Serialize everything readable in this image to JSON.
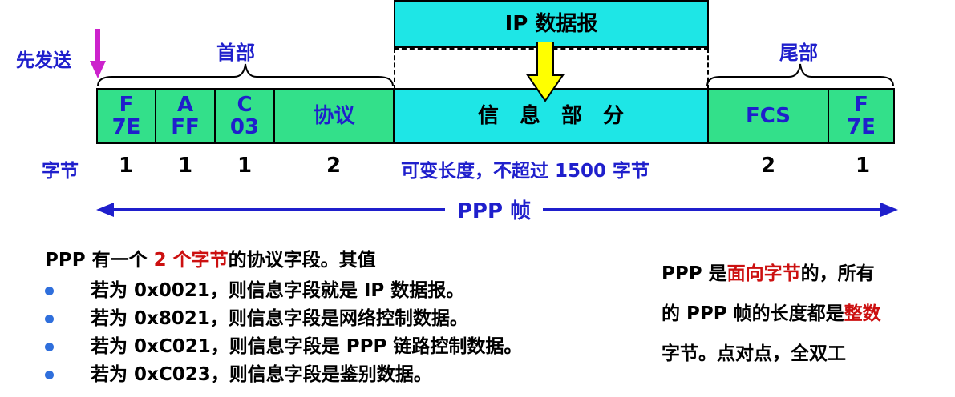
{
  "top": {
    "ip_datagram": "IP 数据报",
    "send_first": "先发送",
    "header": "首部",
    "trailer": "尾部"
  },
  "frame": {
    "flag_start": [
      "F",
      "7E"
    ],
    "address": [
      "A",
      "FF"
    ],
    "control": [
      "C",
      "03"
    ],
    "protocol": "协议",
    "info": "信　息　部　分",
    "fcs": "FCS",
    "flag_end": [
      "F",
      "7E"
    ]
  },
  "bytes": {
    "label": "字节",
    "values": [
      "1",
      "1",
      "1",
      "2",
      "2",
      "1"
    ],
    "info_length": "可变长度，不超过 1500 字节"
  },
  "ppp_frame": "PPP 帧",
  "bullets": {
    "intro_a": "PPP 有一个 ",
    "intro_b": "2 个字节",
    "intro_c": "的协议字段。其值",
    "items": [
      "若为 0x0021，则信息字段就是 IP 数据报。",
      "若为 0x8021，则信息字段是网络控制数据。",
      "若为 0xC021，则信息字段是 PPP 链路控制数据。",
      "若为 0xC023，则信息字段是鉴别数据。"
    ]
  },
  "note": {
    "l1a": "PPP 是",
    "l1b": "面向字节",
    "l1c": "的，所有",
    "l2a": "的 PPP 帧的长度都是",
    "l2b": "整数",
    "l3": "字节。点对点，全双工"
  },
  "colors": {
    "green": "#33e08a",
    "cyan": "#1ee6e6",
    "blue_text": "#1f1fcc",
    "red_text": "#cc1010",
    "magenta_arrow": "#cc22cc",
    "yellow_arrow": "#ffff00"
  }
}
